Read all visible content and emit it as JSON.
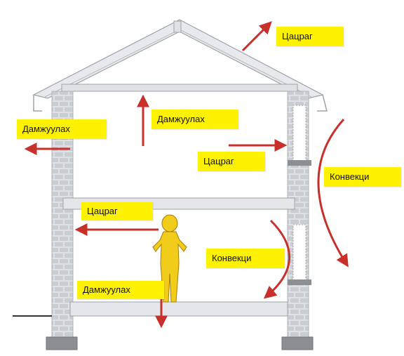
{
  "labels": {
    "radiation_roof": "Цацраг",
    "conduction_left_wall": "Дамжуулах",
    "conduction_ceiling": "Дамжуулах",
    "radiation_window": "Цацраг",
    "convection_outside": "Конвекци",
    "radiation_floor": "Цацраг",
    "convection_inside": "Конвекци",
    "conduction_floor": "Дамжуулах"
  },
  "colors": {
    "arrow": "#c8302c",
    "label_bg": "#fff200",
    "person": "#f2cc1a",
    "brick": "#cfd2d6",
    "structure": "#e4e6e9"
  },
  "icons": {
    "person": "person-silhouette-icon"
  }
}
